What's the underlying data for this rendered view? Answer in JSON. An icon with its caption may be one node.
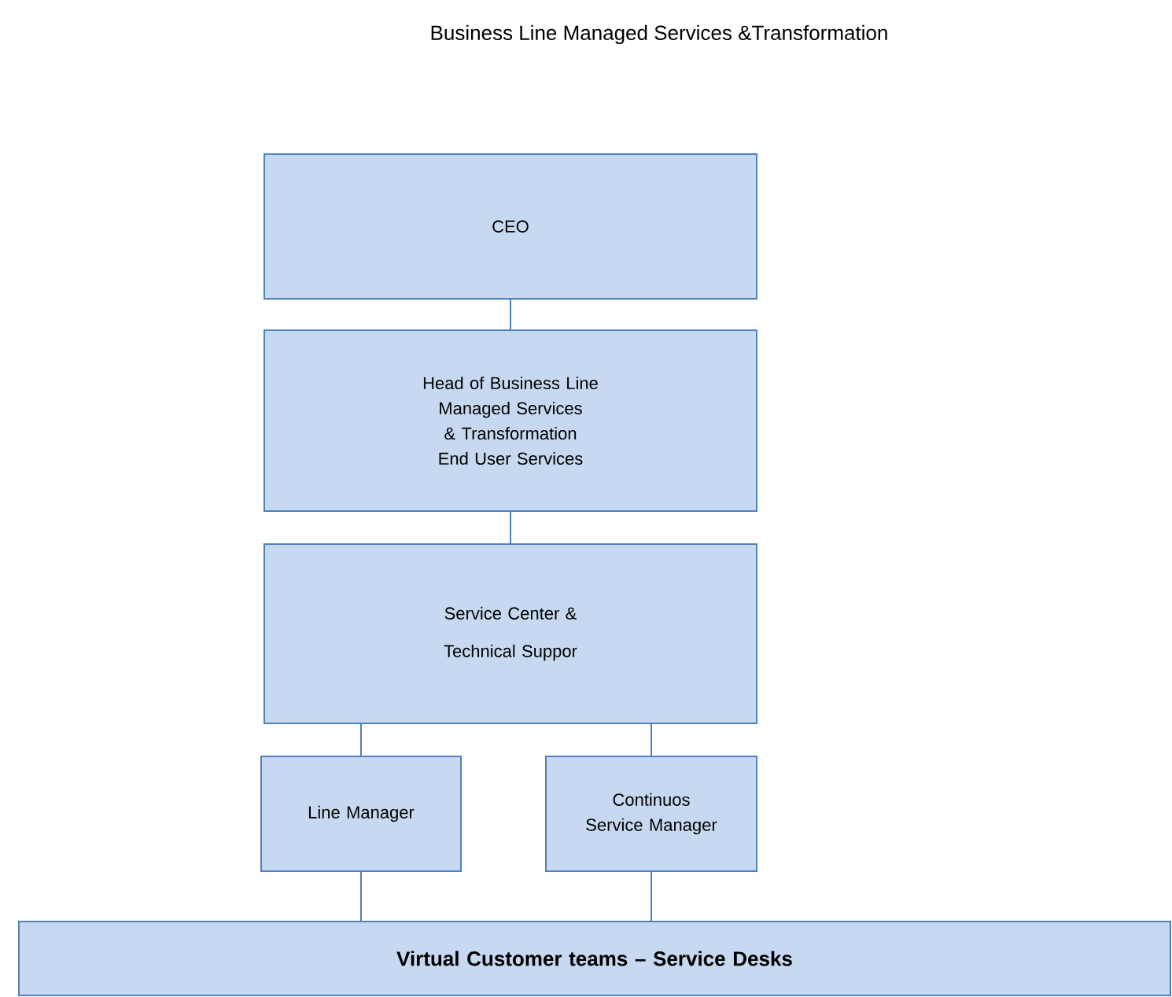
{
  "diagram": {
    "title": "Business Line Managed Services &Transformation",
    "nodes": [
      {
        "text": [
          "CEO"
        ]
      },
      {
        "text": [
          "Head of Business Line Managed Services & Transformation End User Services"
        ]
      },
      {
        "text": [
          "Service Center &",
          "Technical Suppor"
        ]
      },
      {
        "text": [
          "Line Manager"
        ]
      },
      {
        "text": [
          "Continuos Service Manager"
        ]
      },
      {
        "text": [
          "Virtual Customer teams – Service Desks"
        ]
      }
    ],
    "edges": [
      {
        "from": 0,
        "to": 1,
        "arrow": "none"
      },
      {
        "from": 1,
        "to": 2,
        "arrow": "none"
      },
      {
        "from": 2,
        "to": 3,
        "arrow": "none"
      },
      {
        "from": 2,
        "to": 4,
        "arrow": "none"
      },
      {
        "from": 3,
        "to": 5,
        "arrow": "none"
      },
      {
        "from": 4,
        "to": 5,
        "arrow": "none"
      }
    ]
  }
}
